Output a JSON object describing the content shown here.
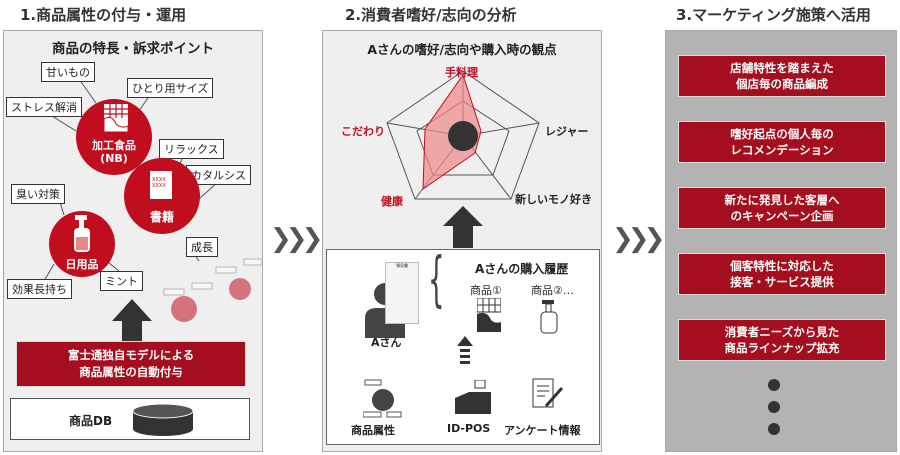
{
  "step1": {
    "title": "1.商品属性の付与・運用",
    "subtitle": "商品の特長・訴求ポイント",
    "tags": [
      "甘いもの",
      "ひとり用サイズ",
      "ストレス解消",
      "リラックス",
      "カタルシス",
      "臭い対策",
      "成長",
      "効果長持ち",
      "ミント"
    ],
    "circles": [
      "加工食品\n(NB)",
      "書籍",
      "日用品"
    ],
    "model_box": [
      "富士通独自モデルによる",
      "商品属性の自動付与"
    ],
    "db_label": "商品DB"
  },
  "step2": {
    "title": "2.消費者嗜好/志向の分析",
    "subtitle": "Aさんの嗜好/志向や購入時の観点",
    "radar_axes": [
      {
        "label": "手料理",
        "highlight": true
      },
      {
        "label": "レジャー",
        "highlight": false
      },
      {
        "label": "新しいモノ好き",
        "highlight": false
      },
      {
        "label": "健康",
        "highlight": true
      },
      {
        "label": "こだわり",
        "highlight": true
      }
    ],
    "history_title": "Aさんの購入履歴",
    "product1": "商品①",
    "product2": "商品②…",
    "person": "Aさん",
    "receipt": "領収書",
    "sources": [
      "商品属性",
      "ID-POS",
      "アンケート情報"
    ]
  },
  "step3": {
    "title": "3.マーケティング施策へ活用",
    "items": [
      [
        "店舗特性を踏まえた",
        "個店毎の商品編成"
      ],
      [
        "嗜好起点の個人毎の",
        "レコメンデーション"
      ],
      [
        "新たに発見した客層へ",
        "のキャンペーン企画"
      ],
      [
        "個客特性に対応した",
        "接客・サービス提供"
      ],
      [
        "消費者ニーズから見た",
        "商品ラインナップ拡充"
      ]
    ]
  },
  "colors": {
    "red": "#c00e1e",
    "darkred": "#a50e1e"
  }
}
